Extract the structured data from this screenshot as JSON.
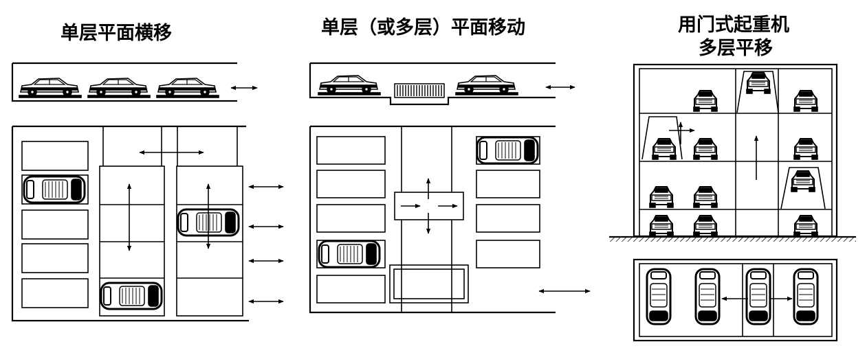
{
  "panels": [
    {
      "id": "single-level-lateral",
      "title_lines": [
        "单层平面横移"
      ]
    },
    {
      "id": "single-multi-level-planar",
      "title_lines": [
        "单层（或多层）平面移动"
      ]
    },
    {
      "id": "gantry-crane-multilevel",
      "title_lines": [
        "用门式起重机",
        "多层平移"
      ]
    }
  ],
  "colors": {
    "stroke": "#000000",
    "background": "#ffffff",
    "car_body": "#ffffff"
  },
  "icons": [
    "car-side-icon",
    "car-top-icon",
    "car-front-icon",
    "double-arrow-icon",
    "cross-arrow-icon",
    "ground-hatch-icon"
  ]
}
